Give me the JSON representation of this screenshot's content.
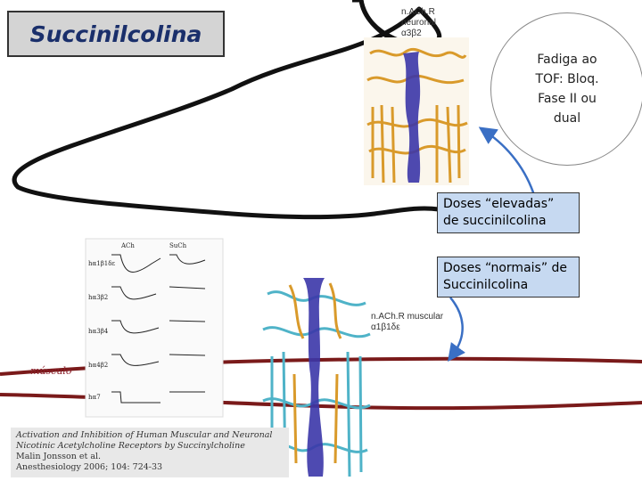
{
  "title": "Succinilcolina",
  "circle_text": "Fadiga ao TOF: Bloq. Fase II ou dual",
  "neuronal_receptor": {
    "line1": "n.ACh.R",
    "line2": "neuronal",
    "line3": "α3β2"
  },
  "muscular_receptor": {
    "line1": "n.ACh.R muscular",
    "line2": "α1β1δε"
  },
  "box_high": {
    "line1": "Doses “elevadas”",
    "line2": "de succinilcolina"
  },
  "box_normal": {
    "line1": "Doses “normais” de",
    "line2": "Succinilcolina"
  },
  "membrane_label": "músculo",
  "traces": {
    "col_ach": "ACh",
    "col_such": "SuCh",
    "rows": [
      "hα1β1δε",
      "hα3β2",
      "hα3β4",
      "hα4β2",
      "hα7"
    ]
  },
  "citation": {
    "line1": "Activation and Inhibition of Human Muscular and Neuronal",
    "line2": "Nicotinic Acetylcholine Receptors by Succinylcholine",
    "line3": "Malin Jonsson et al.",
    "line4": "Anesthesiology 2006; 104: 724-33"
  },
  "colors": {
    "membrane": "#7a1a1a",
    "arrow": "#3a6fc4",
    "title_text": "#1a2f6b",
    "box_fill": "#c6d9f1"
  }
}
